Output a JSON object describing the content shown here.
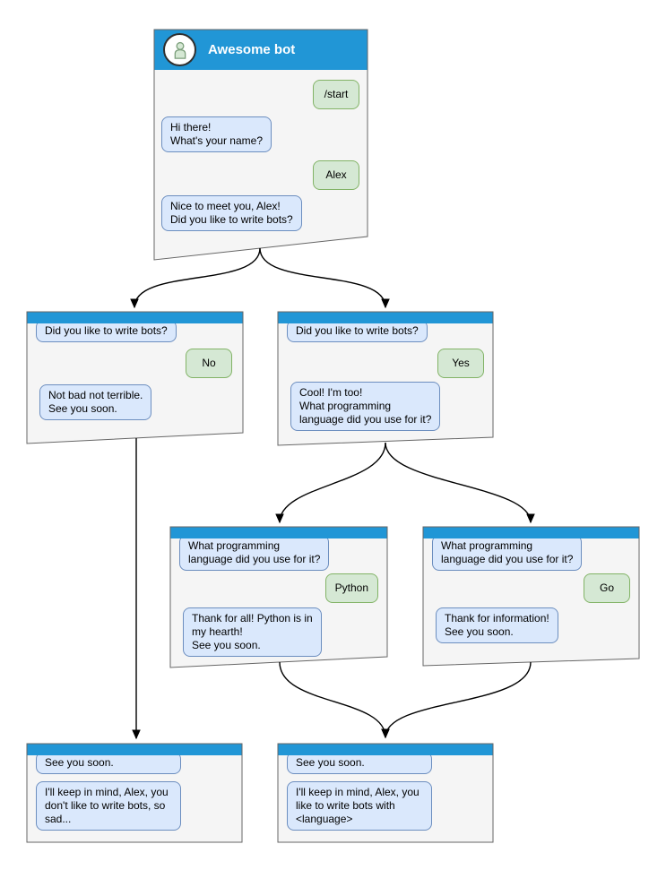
{
  "colors": {
    "header_blue": "#2196d6",
    "window_bg": "#f5f5f5",
    "window_border": "#666666",
    "bot_bubble_bg": "#dae8fc",
    "bot_bubble_border": "#6c8ebf",
    "user_bubble_bg": "#d5e8d4",
    "user_bubble_border": "#82b366",
    "arrow": "#000000"
  },
  "main_window": {
    "title": "Awesome bot",
    "avatar_icon": "person-icon",
    "messages": [
      {
        "from": "user",
        "text": "/start"
      },
      {
        "from": "bot",
        "text": "Hi there!\nWhat's your name?"
      },
      {
        "from": "user",
        "text": "Alex"
      },
      {
        "from": "bot",
        "text": "Nice to meet you, Alex!\nDid you like to write bots?"
      }
    ]
  },
  "branch_no": {
    "messages": [
      {
        "from": "bot",
        "text": "Did you like to write bots?"
      },
      {
        "from": "user",
        "text": "No"
      },
      {
        "from": "bot",
        "text": "Not bad not terrible.\nSee you soon."
      }
    ]
  },
  "branch_yes": {
    "messages": [
      {
        "from": "bot",
        "text": "Did you like to write bots?"
      },
      {
        "from": "user",
        "text": "Yes"
      },
      {
        "from": "bot",
        "text": "Cool! I'm too!\nWhat programming\nlanguage did you use for it?"
      }
    ]
  },
  "branch_python": {
    "messages": [
      {
        "from": "bot",
        "text": "What programming\nlanguage did you use for it?"
      },
      {
        "from": "user",
        "text": "Python"
      },
      {
        "from": "bot",
        "text": "Thank for all! Python is in\nmy hearth!\nSee you soon."
      }
    ]
  },
  "branch_go": {
    "messages": [
      {
        "from": "bot",
        "text": "What programming\nlanguage did you use for it?"
      },
      {
        "from": "user",
        "text": "Go"
      },
      {
        "from": "bot",
        "text": "Thank for information!\nSee you soon."
      }
    ]
  },
  "end_no": {
    "messages": [
      {
        "from": "bot",
        "text": "See you soon."
      },
      {
        "from": "bot",
        "text": "I'll keep in mind, Alex, you\ndon't like to write bots, so\nsad..."
      }
    ]
  },
  "end_yes": {
    "messages": [
      {
        "from": "bot",
        "text": "See you soon."
      },
      {
        "from": "bot",
        "text": "I'll keep in mind, Alex, you\nlike to write bots with\n<language>"
      }
    ]
  }
}
